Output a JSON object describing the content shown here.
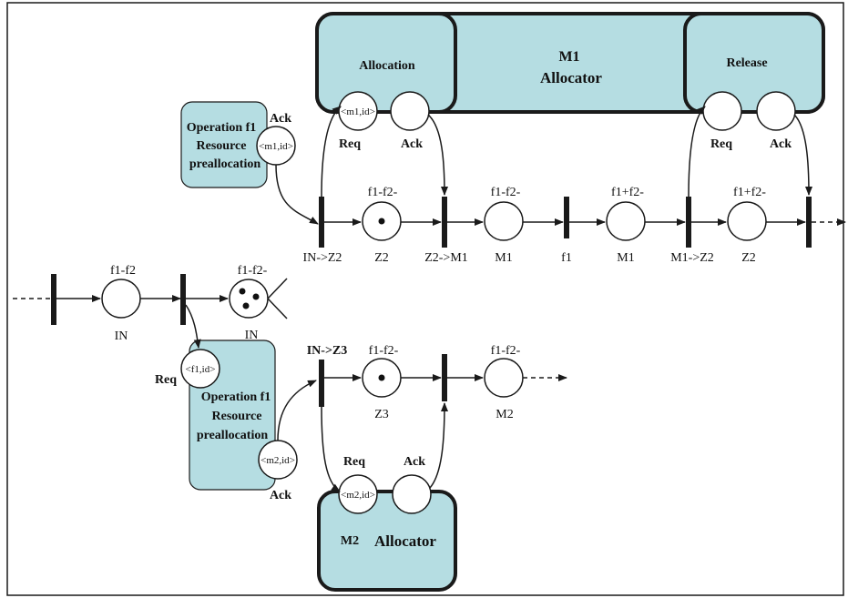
{
  "colors": {
    "module_fill": "#b5dde2",
    "stroke": "#1a1a1a",
    "arc": "#1a1a1a",
    "background": "#ffffff"
  },
  "m1_allocator": {
    "title_line1": "M1",
    "title_line2": "Allocator",
    "allocation_label": "Allocation",
    "release_label": "Release",
    "req_label": "Req",
    "ack_label": "Ack",
    "req_token": "m1,id",
    "release_req_label": "Req",
    "release_ack_label": "Ack"
  },
  "preallocation_upper": {
    "line1": "Operation f1",
    "line2": "Resource",
    "line3": "preallocation",
    "ack_label": "Ack",
    "ack_token": "m1,id"
  },
  "preallocation_lower": {
    "line1": "Operation f1",
    "line2": "Resource",
    "line3": "preallocation",
    "req_label": "Req",
    "req_token": "f1,id",
    "ack_label": "Ack",
    "ack_token": "m2,id"
  },
  "m2_allocator": {
    "title_m2": "M2",
    "title_alloc": "Allocator",
    "req_label": "Req",
    "ack_label": "Ack",
    "req_token": "m2,id"
  },
  "upper_net": {
    "places": [
      {
        "top": "f1-f2-",
        "bottom": "Z2",
        "tokens": 1
      },
      {
        "top": "f1-f2-",
        "bottom": "M1",
        "tokens": 0
      },
      {
        "top": "f1+f2-",
        "bottom": "M1",
        "tokens": 0
      },
      {
        "top": "f1+f2-",
        "bottom": "Z2",
        "tokens": 0
      }
    ],
    "transitions": [
      "IN->Z2",
      "Z2->M1",
      "f1",
      "M1->Z2"
    ]
  },
  "input_net": {
    "places": [
      {
        "top": "f1-f2",
        "bottom": "IN",
        "tokens": 0
      },
      {
        "top": "f1-f2-",
        "bottom": "IN",
        "tokens": 3
      }
    ]
  },
  "lower_net": {
    "transition_label": "IN->Z3",
    "places": [
      {
        "top": "f1-f2-",
        "bottom": "Z3",
        "tokens": 1
      },
      {
        "top": "f1-f2-",
        "bottom": "M2",
        "tokens": 0
      }
    ]
  }
}
